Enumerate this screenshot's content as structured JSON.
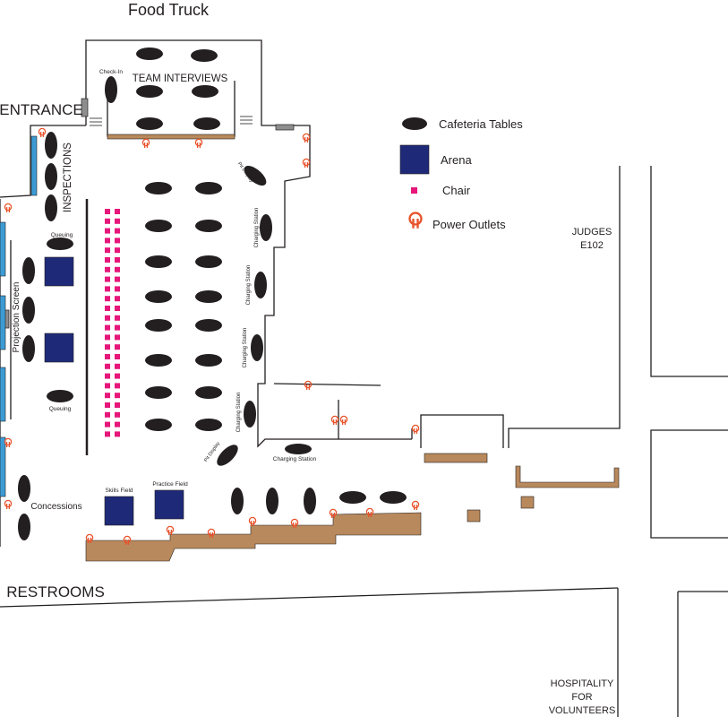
{
  "labels": {
    "food_truck": "Food Truck",
    "entrance": "ENTRANCE",
    "team_interviews": "TEAM INTERVIEWS",
    "check_in": "Check-In",
    "inspections": "INSPECTIONS",
    "queuing_top": "Queuing",
    "queuing_bottom": "Queuing",
    "projection_screen": "Projection Screen",
    "concessions": "Concessions",
    "skills_field": "Skills Field",
    "practice_field": "Practice Field",
    "pit_display_top": "Pit Display",
    "pit_display_bottom": "Pit Display",
    "charging_station": "Charging Station",
    "judges_line1": "JUDGES",
    "judges_line2": "E102",
    "restrooms": "RESTROOMS",
    "hospitality_line1": "HOSPITALITY",
    "hospitality_line2": "FOR",
    "hospitality_line3": "VOLUNTEERS"
  },
  "legend": {
    "cafeteria_tables": "Cafeteria Tables",
    "arena": "Arena",
    "chair": "Chair",
    "power_outlets": "Power Outlets"
  },
  "colors": {
    "table": "#231f20",
    "arena": "#1e2a78",
    "chair": "#e6167a",
    "outlet": "#e8532b",
    "counter": "#b8895c",
    "wall": "#231f20",
    "screen": "#3d9bd4"
  }
}
